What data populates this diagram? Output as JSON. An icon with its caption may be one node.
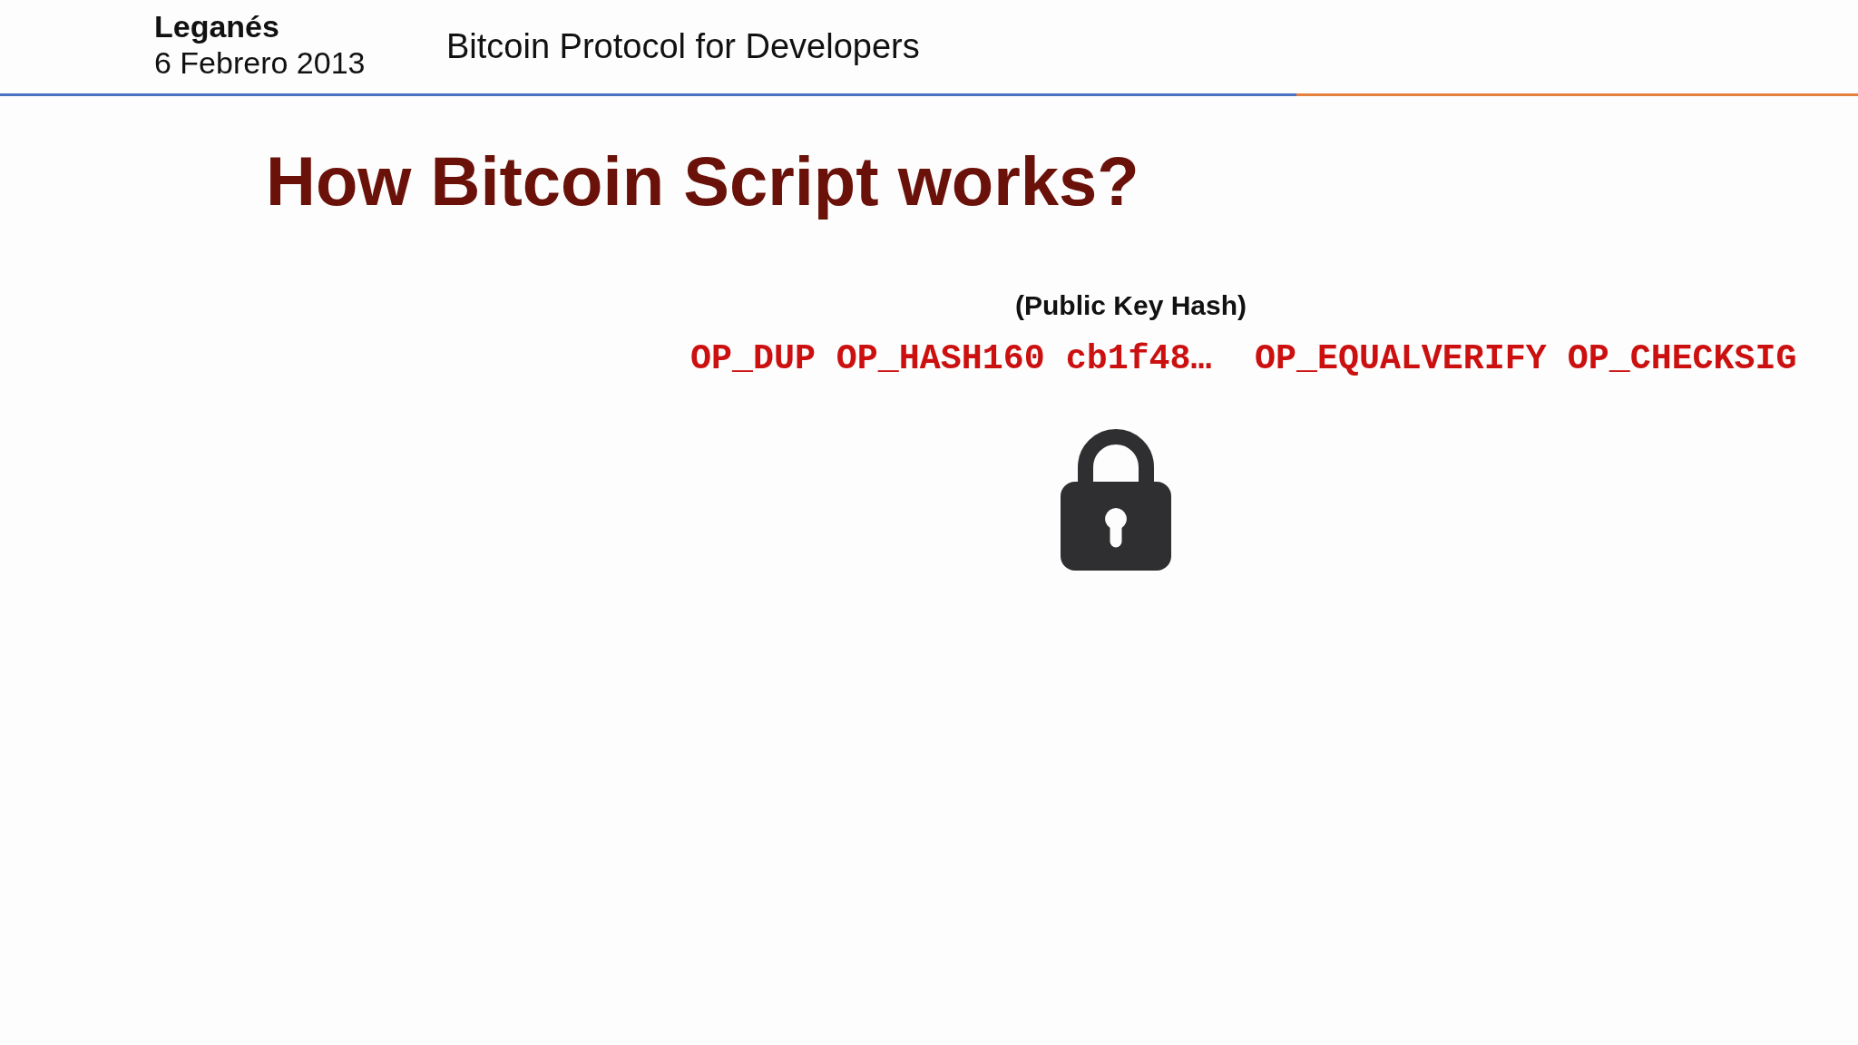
{
  "diagram": {
    "title": "How Bitcoin Script works?",
    "labels": [
      "Leganés",
      "6 Febrero 2013",
      "Bitcoin Protocol for Developers",
      "(Public Key Hash)",
      "OP_DUP OP_HASH160 cb1f48…",
      "OP_EQUALVERIFY OP_CHECKSIG"
    ]
  }
}
